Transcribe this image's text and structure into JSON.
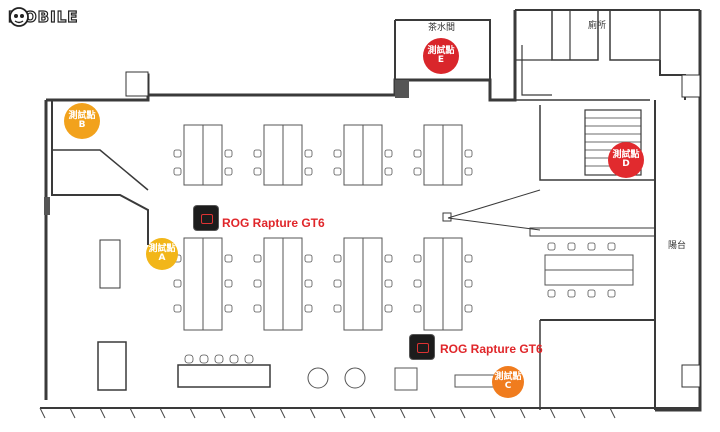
{
  "watermark": {
    "text": "MOBILE"
  },
  "rooms": {
    "tea_room": "茶水間",
    "restroom": "廁所",
    "balcony": "陽台"
  },
  "test_points": [
    {
      "id": "A",
      "label": "測試點",
      "letter": "A",
      "color": "#f2b619"
    },
    {
      "id": "B",
      "label": "測試點",
      "letter": "B",
      "color": "#f2a21c"
    },
    {
      "id": "C",
      "label": "測試點",
      "letter": "C",
      "color": "#f07c1e"
    },
    {
      "id": "D",
      "label": "測試點",
      "letter": "D",
      "color": "#e12a2e"
    },
    {
      "id": "E",
      "label": "測試點",
      "letter": "E",
      "color": "#d9262b"
    }
  ],
  "routers": [
    {
      "label": "ROG Rapture GT6"
    },
    {
      "label": "ROG Rapture GT6"
    }
  ]
}
